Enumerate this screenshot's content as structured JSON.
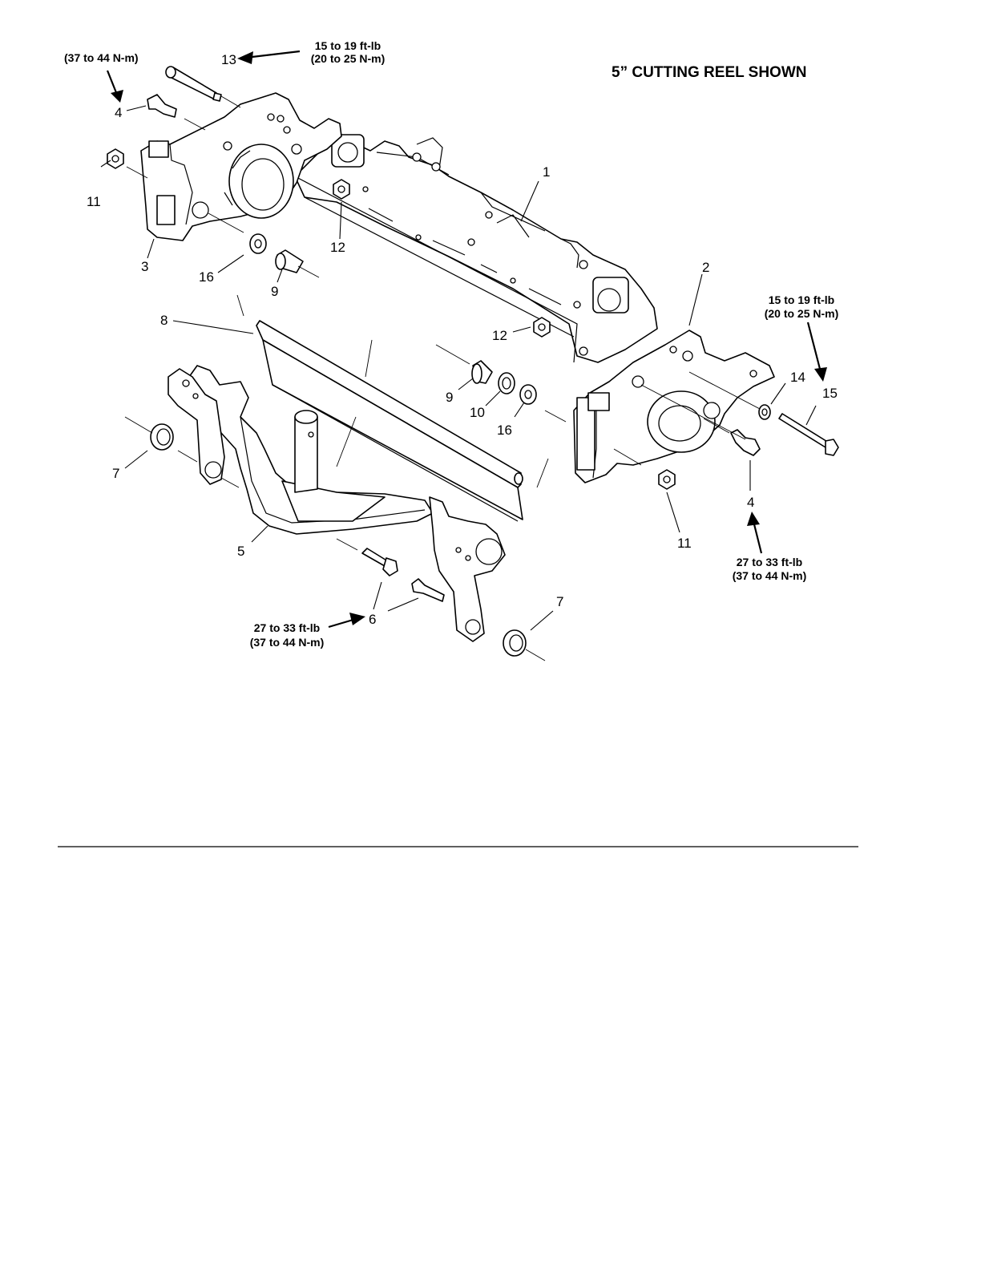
{
  "title": "5” CUTTING REEL SHOWN",
  "callouts": {
    "c1": "1",
    "c2": "2",
    "c3": "3",
    "c4a": "4",
    "c4b": "4",
    "c5": "5",
    "c6": "6",
    "c7a": "7",
    "c7b": "7",
    "c8": "8",
    "c9a": "9",
    "c9b": "9",
    "c10": "10",
    "c11a": "11",
    "c11b": "11",
    "c12a": "12",
    "c12b": "12",
    "c13": "13",
    "c14": "14",
    "c15": "15",
    "c16a": "16",
    "c16b": "16"
  },
  "torques": {
    "t4_left_nm": "(37 to 44 N-m)",
    "t13_ftlb": "15 to 19 ft-lb",
    "t13_nm": "(20 to 25 N-m)",
    "t15_ftlb": "15 to 19 ft-lb",
    "t15_nm": "(20 to 25 N-m)",
    "t4_right_ftlb": "27 to 33 ft-lb",
    "t4_right_nm": "(37 to 44 N-m)",
    "t6_ftlb": "27 to 33 ft-lb",
    "t6_nm": "(37 to 44 N-m)"
  }
}
